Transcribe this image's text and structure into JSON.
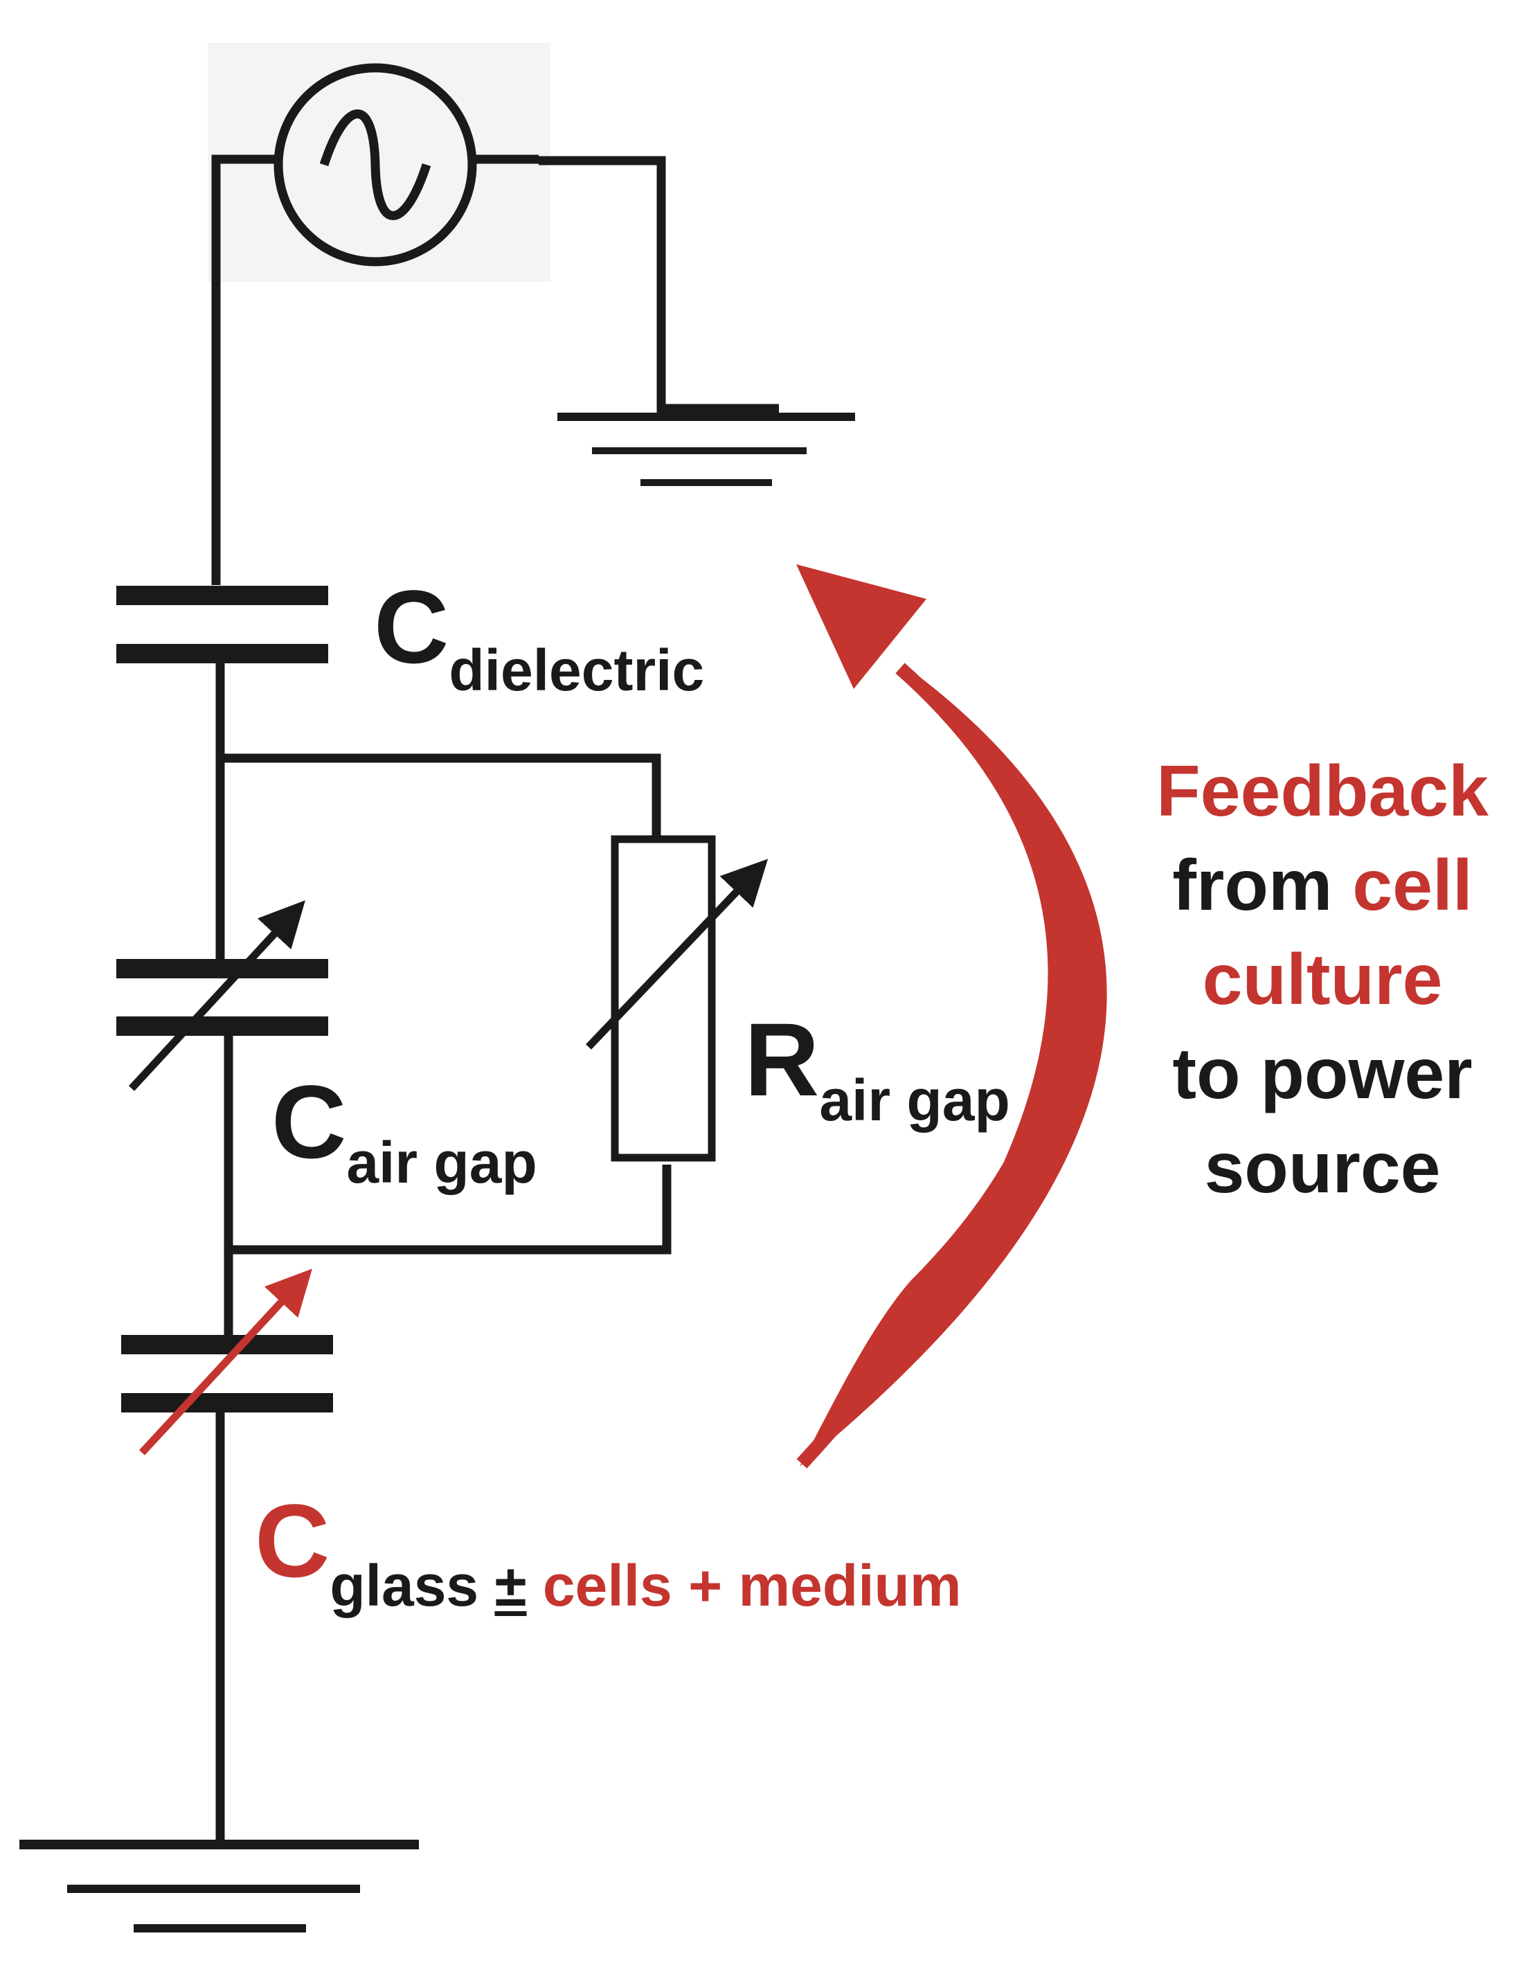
{
  "labels": {
    "c_dielectric": {
      "main": "C",
      "sub": "dielectric"
    },
    "c_air_gap": {
      "main": "C",
      "sub": "air gap"
    },
    "r_air_gap": {
      "main": "R",
      "sub": "air gap"
    },
    "c_glass": {
      "main": "C",
      "sub_glass": "glass",
      "pm": "±",
      "rest": " cells + medium"
    }
  },
  "feedback": {
    "word_feedback": "Feedback",
    "word_from": "from",
    "word_cell": "cell",
    "word_culture": "culture",
    "line_to_power": "to power",
    "line_source": "source"
  },
  "colors": {
    "wire": "#1a1a1a",
    "accent_red": "#c4352f",
    "source_bg": "#f4f4f4"
  },
  "icons": [
    "ac-source-icon",
    "ground-icon",
    "capacitor-icon",
    "variable-capacitor-icon",
    "variable-resistor-icon",
    "feedback-arrow-icon"
  ]
}
